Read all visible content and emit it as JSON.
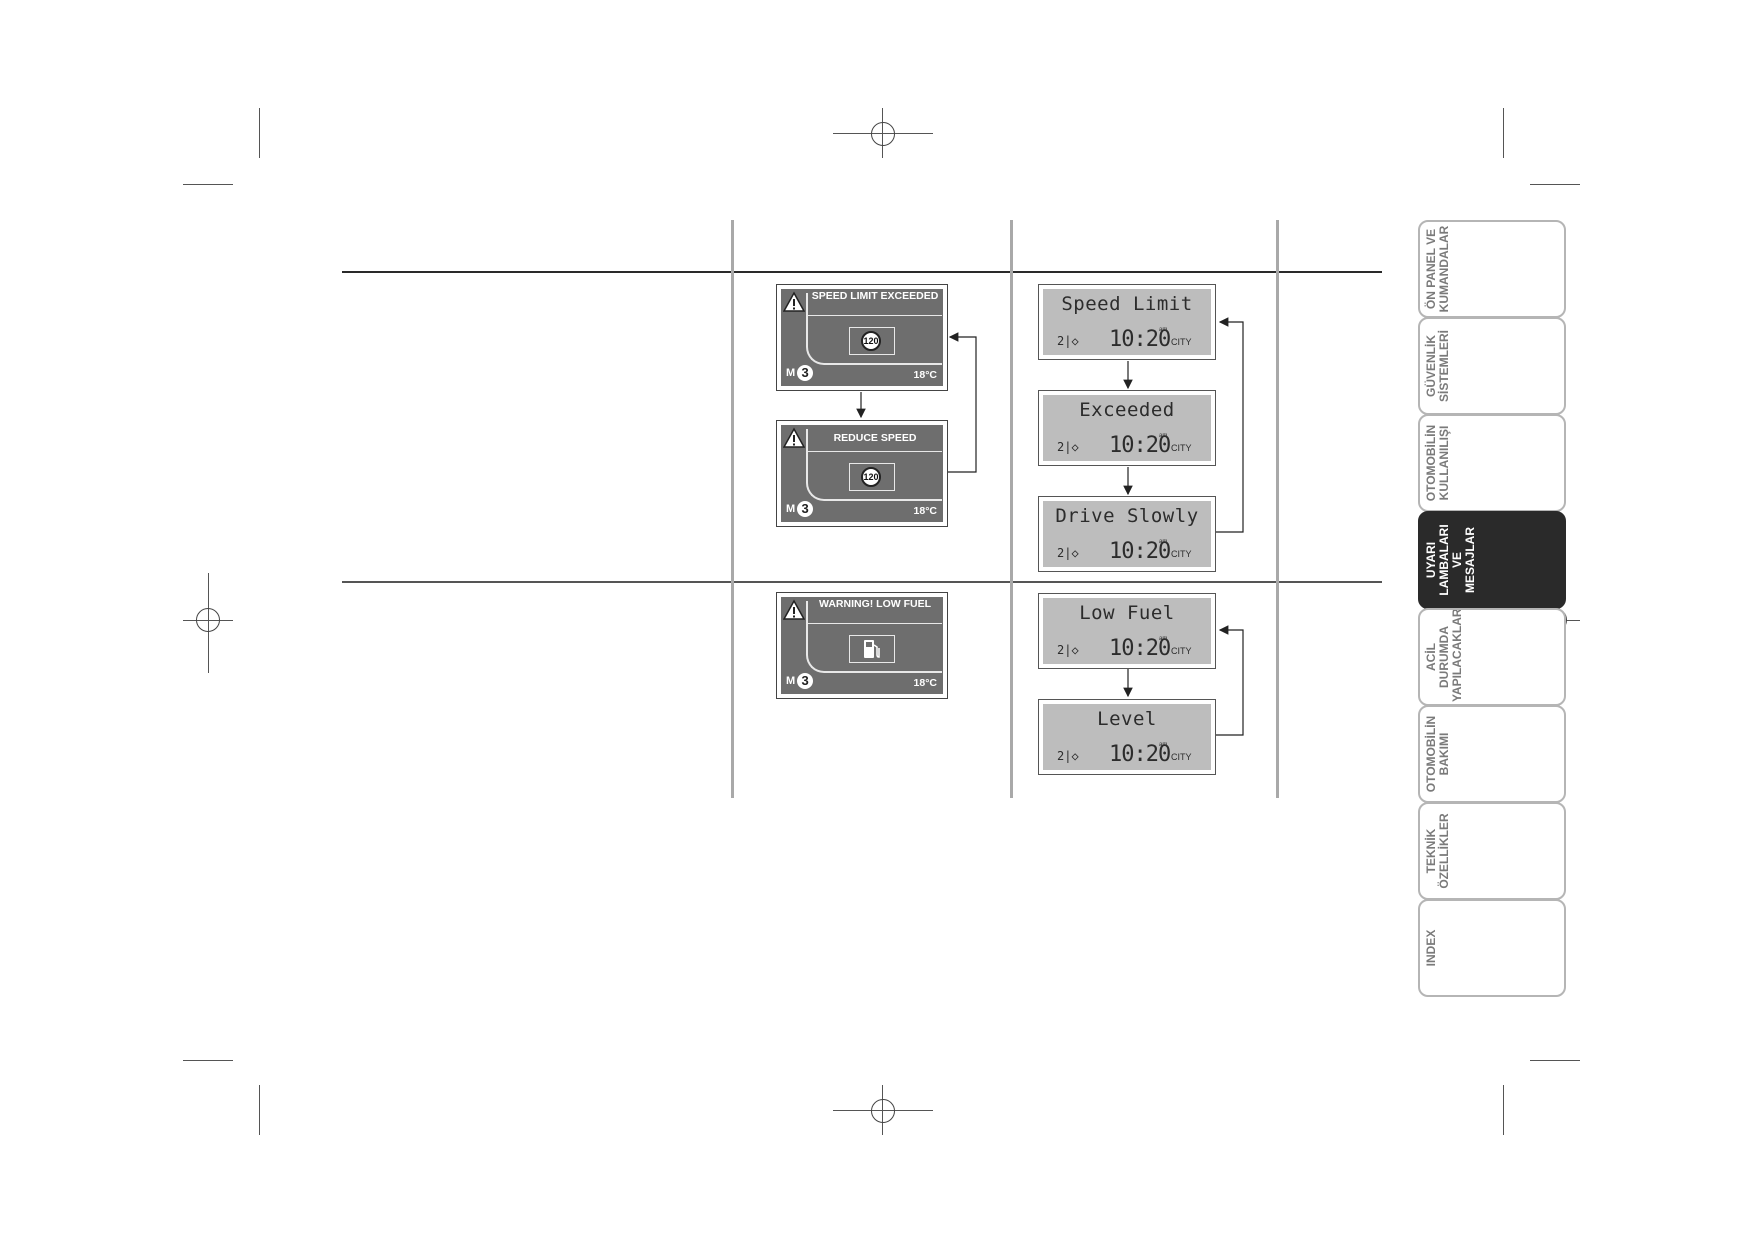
{
  "sections": [
    {
      "graphic_displays": [
        {
          "title": "SPEED LIMIT EXCEEDED",
          "value": "120",
          "icon": "speed-limit-sign-icon",
          "gear_prefix": "M",
          "gear": "3",
          "temperature": "18°C"
        },
        {
          "title": "REDUCE SPEED",
          "value": "120",
          "icon": "speed-limit-sign-icon",
          "gear_prefix": "M",
          "gear": "3",
          "temperature": "18°C"
        }
      ],
      "lcd_displays": [
        {
          "message": "Speed Limit",
          "gear": "2|◇",
          "time": "10:20",
          "ampm": "am",
          "mode": "CITY"
        },
        {
          "message": "Exceeded",
          "gear": "2|◇",
          "time": "10:20",
          "ampm": "am",
          "mode": "CITY"
        },
        {
          "message": "Drive Slowly",
          "gear": "2|◇",
          "time": "10:20",
          "ampm": "am",
          "mode": "CITY"
        }
      ]
    },
    {
      "graphic_displays": [
        {
          "title": "WARNING! LOW FUEL",
          "value": "",
          "icon": "fuel-pump-icon",
          "gear_prefix": "M",
          "gear": "3",
          "temperature": "18°C"
        }
      ],
      "lcd_displays": [
        {
          "message": "Low Fuel",
          "gear": "2|◇",
          "time": "10:20",
          "ampm": "am",
          "mode": "CITY"
        },
        {
          "message": "Level",
          "gear": "2|◇",
          "time": "10:20",
          "ampm": "am",
          "mode": "CITY"
        }
      ]
    }
  ],
  "tabs": [
    {
      "label": "ÖN PANEL VE\nKUMANDALAR",
      "active": false
    },
    {
      "label": "GÜVENLİK\nSİSTEMLERİ",
      "active": false
    },
    {
      "label": "OTOMOBİLİN\nKULLANILIŞI",
      "active": false
    },
    {
      "label": "UYARI\nLAMBALARI VE\nMESAJLAR",
      "active": true
    },
    {
      "label": "ACİL DURUMDA\nYAPILACAKLAR",
      "active": false
    },
    {
      "label": "OTOMOBİLİN\nBAKIMI",
      "active": false
    },
    {
      "label": "TEKNİK\nÖZELLİKLER",
      "active": false
    },
    {
      "label": "INDEX",
      "active": false
    }
  ],
  "colors": {
    "display_dark": "#6e6e6e",
    "lcd_background": "#bdbdbd",
    "active_tab": "#2a2a2a",
    "column_rule": "#a9a9a9"
  }
}
